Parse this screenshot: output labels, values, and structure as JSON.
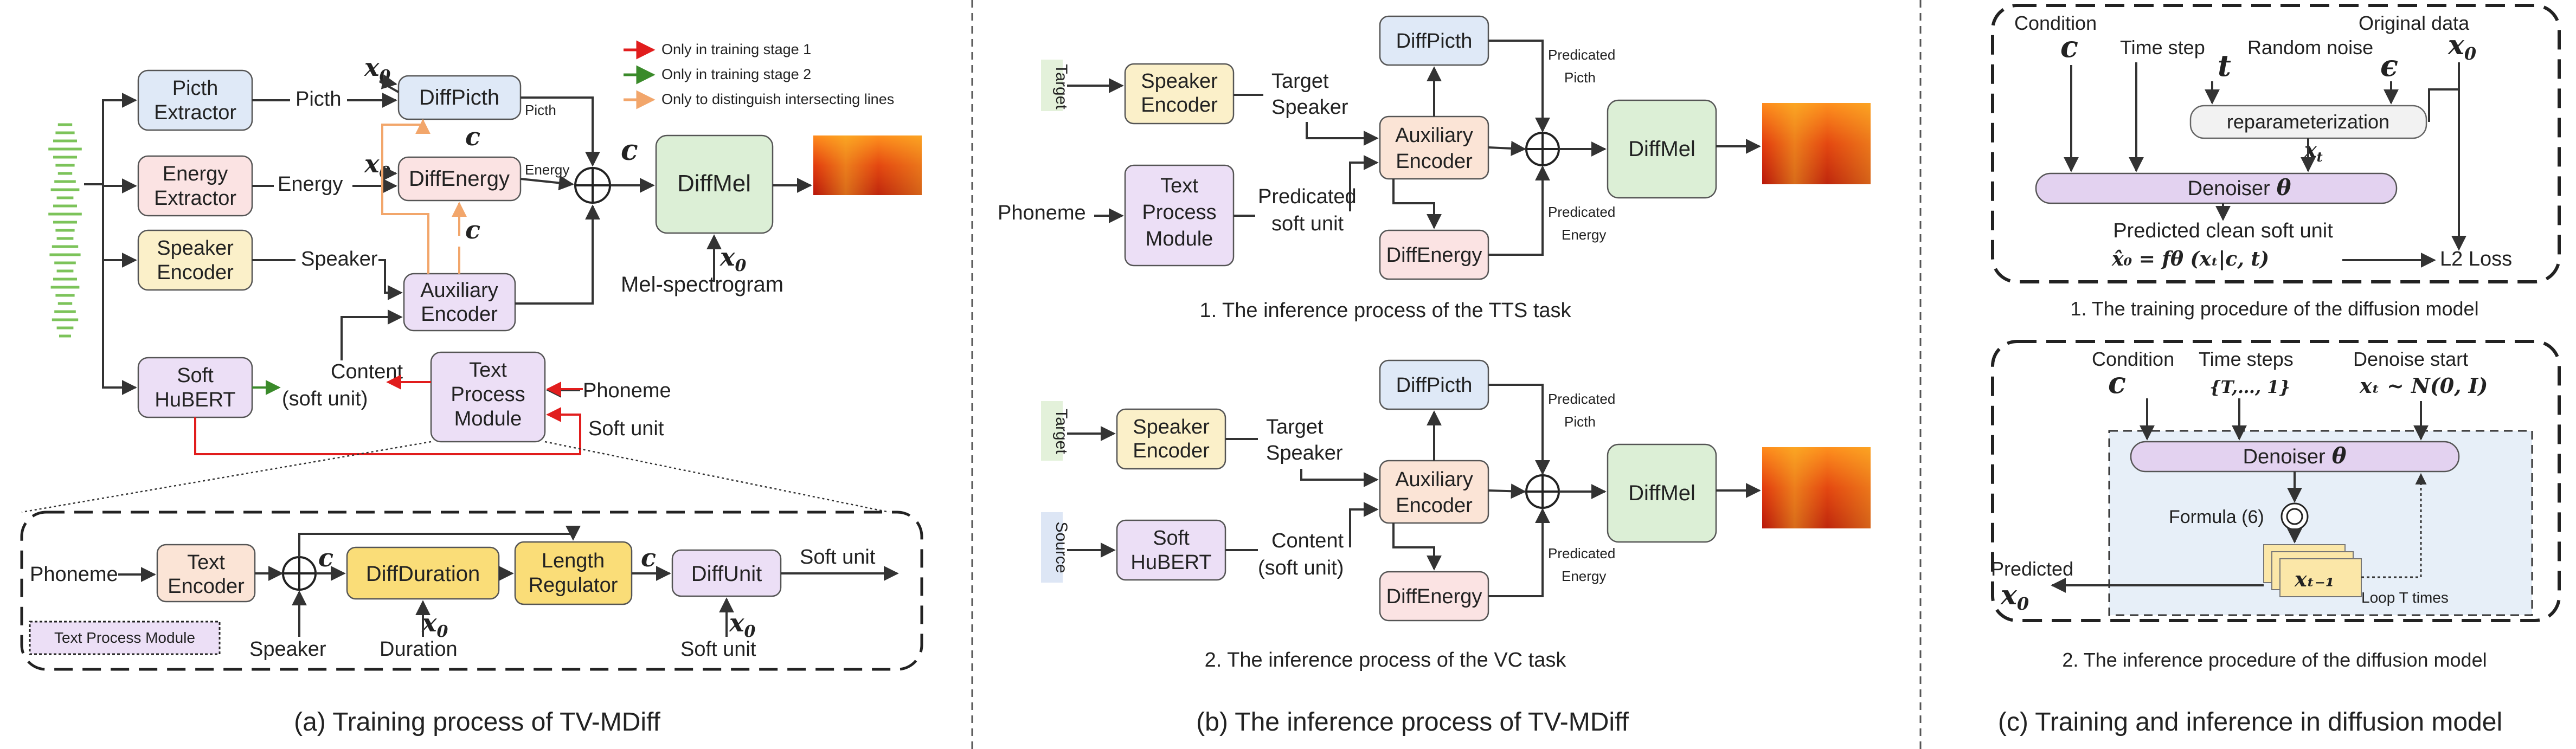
{
  "legend": {
    "items": [
      {
        "label": "Only in training stage 1",
        "color": "#e11d1d"
      },
      {
        "label": "Only in training stage 2",
        "color": "#3a8a2a"
      },
      {
        "label": "Only to distinguish intersecting lines",
        "color": "#f2a66b"
      }
    ]
  },
  "colors": {
    "blue_box": "#dfe9f7",
    "pink_box": "#fbe3e3",
    "yellow_box": "#fbf0c9",
    "purple_box": "#ecdff6",
    "green_box": "#dcefd6",
    "gold_box": "#fadd78",
    "peach_box": "#fbe4d6",
    "panel_c_bg": "#e7eff8"
  },
  "panel_a": {
    "caption": "(a) Training process of TV-MDiff",
    "boxes": {
      "pitch_extractor": "Picth|Extractor",
      "energy_extractor": "Energy|Extractor",
      "speaker_encoder": "Speaker|Encoder",
      "soft_hubert": "Soft|HuBERT",
      "diff_pitch": "DiffPicth",
      "diff_energy": "DiffEnergy",
      "auxiliary_encoder": "Auxiliary|Encoder",
      "diff_mel": "DiffMel",
      "text_process_module": "Text|Process|Module"
    },
    "labels": {
      "picth": "Picth",
      "energy": "Energy",
      "speaker": "Speaker",
      "content": "Content",
      "soft_unit_paren": "(soft unit)",
      "picth_small": "Picth",
      "energy_small": "Energy",
      "phoneme": "Phoneme",
      "soft_unit": "Soft unit",
      "mel_spectrogram": "Mel-spectrogram"
    },
    "math": {
      "x0": "x",
      "x0_sub": "0",
      "c": "c"
    },
    "detail": {
      "phoneme": "Phoneme",
      "text_encoder": "Text|Encoder",
      "diff_duration": "DiffDuration",
      "length_regulator": "Length|Regulator",
      "diff_unit": "DiffUnit",
      "soft_unit_out": "Soft unit",
      "speaker": "Speaker",
      "duration": "Duration",
      "soft_unit_in": "Soft unit",
      "module_tag": "Text Process Module"
    }
  },
  "panel_b": {
    "caption": "(b) The inference process of TV-MDiff",
    "tts": {
      "title": "1. The inference process of the TTS task",
      "target_tag": "Target",
      "speaker_encoder": "Speaker|Encoder",
      "target_speaker": "Target|Speaker",
      "phoneme": "Phoneme",
      "text_process_module": "Text|Process|Module",
      "predicated_soft_unit": "Predicated|soft unit",
      "diff_pitch": "DiffPicth",
      "auxiliary_encoder": "Auxiliary|Encoder",
      "diff_energy": "DiffEnergy",
      "diff_mel": "DiffMel",
      "predicated_pitch": "Predicated|Picth",
      "predicated_energy": "Predicated|Energy"
    },
    "vc": {
      "title": "2. The inference process of the VC task",
      "target_tag": "Target",
      "source_tag": "Source",
      "speaker_encoder": "Speaker|Encoder",
      "target_speaker": "Target|Speaker",
      "soft_hubert": "Soft|HuBERT",
      "content": "Content|(soft unit)",
      "diff_pitch": "DiffPicth",
      "auxiliary_encoder": "Auxiliary|Encoder",
      "diff_energy": "DiffEnergy",
      "diff_mel": "DiffMel",
      "predicated_pitch": "Predicated|Picth",
      "predicated_energy": "Predicated|Energy"
    }
  },
  "panel_c": {
    "caption": "(c) Training and inference in diffusion model",
    "training": {
      "title": "1. The training procedure of the diffusion model",
      "condition": "Condition",
      "time_step": "Time step",
      "random_noise": "Random noise",
      "original_data": "Original data",
      "reparam": "reparameterization",
      "denoiser": "Denoiser",
      "predicted_clean": "Predicted clean soft unit",
      "l2_loss": "L2 Loss",
      "sym_c": "c",
      "sym_t": "t",
      "sym_eps": "ϵ",
      "sym_x0": "x",
      "sym_x0_sub": "0",
      "sym_xt": "x",
      "sym_xt_sub": "t",
      "sym_theta": "θ",
      "formula": "x̂₀ = fθ (xₜ|c, t)"
    },
    "inference": {
      "title": "2. The  inference procedure of the diffusion model",
      "condition": "Condition",
      "time_steps": "Time steps",
      "time_steps_set": "{T,…, 1}",
      "denoise_start": "Denoise start",
      "noise_dist": "xₜ ~ N(0, I)",
      "denoiser": "Denoiser",
      "sym_theta": "θ",
      "formula_ref": "Formula (6)",
      "predicted": "Predicted",
      "sym_x0": "x",
      "sym_x0_sub": "0",
      "xt_minus_1": "xₜ₋₁",
      "loop": "Loop T times",
      "sym_c": "c"
    }
  }
}
